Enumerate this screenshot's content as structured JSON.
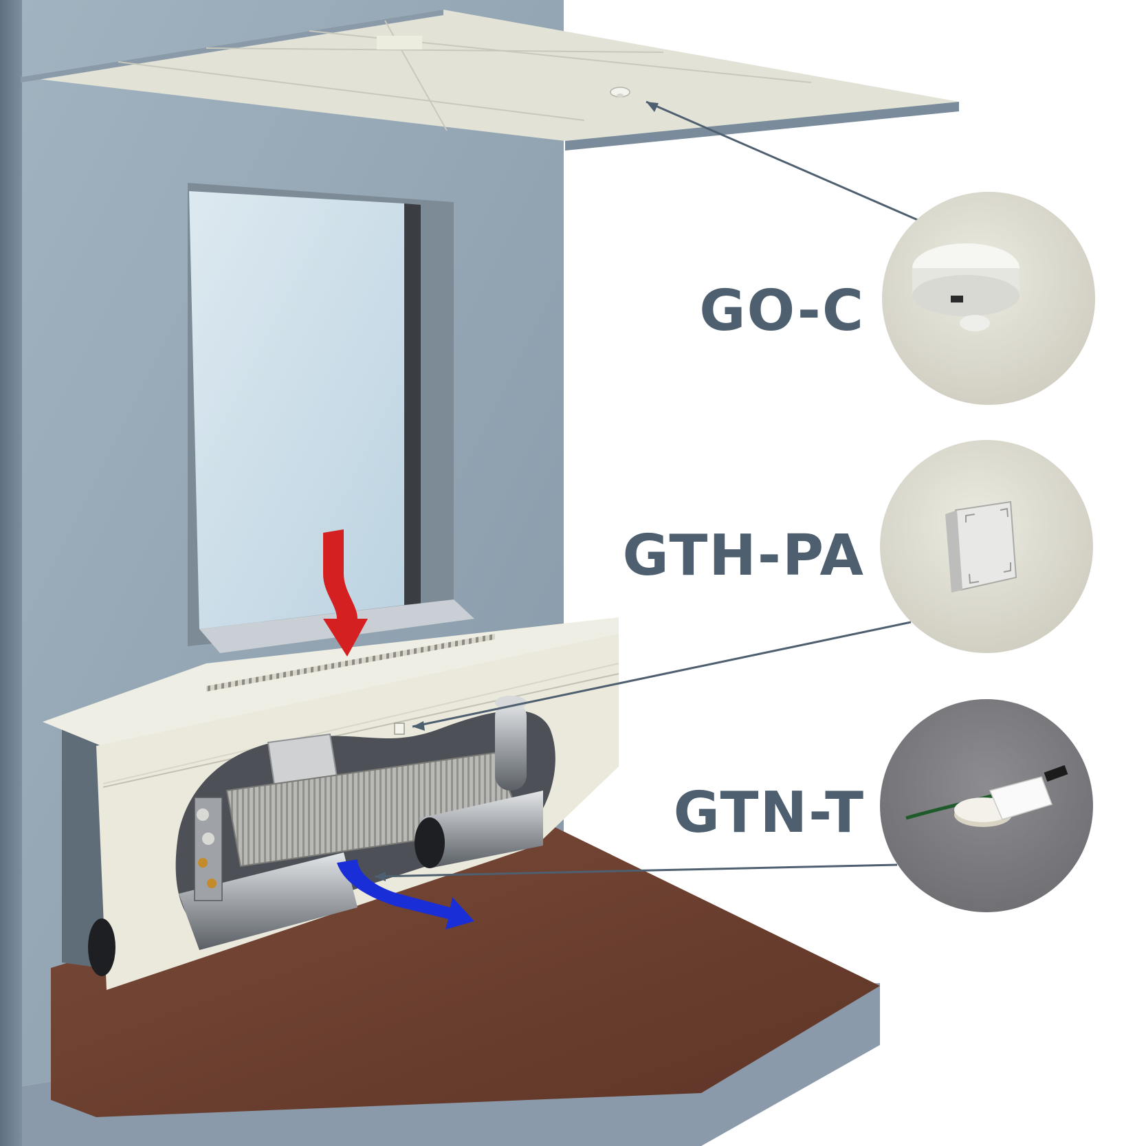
{
  "diagram": {
    "callouts": [
      {
        "id": "ceiling-sensor",
        "label": "GO-C"
      },
      {
        "id": "wall-sensor",
        "label": "GTH-PA"
      },
      {
        "id": "pipe-sensor",
        "label": "GTN-T"
      }
    ],
    "colors": {
      "wall": "#93a6b4",
      "wall_side": "#6e7f90",
      "ceiling": "#e3e3d8",
      "floor": "#6b3f30",
      "floor_edge": "#8a9aaa",
      "cabinet": "#ebe9dc",
      "window_glass": "#cfe0ea",
      "leader_line": "#4e5f70",
      "label_text": "#4e5f70",
      "warm_air_arrow": "#d42020",
      "cool_air_arrow": "#1a2ed8"
    }
  }
}
